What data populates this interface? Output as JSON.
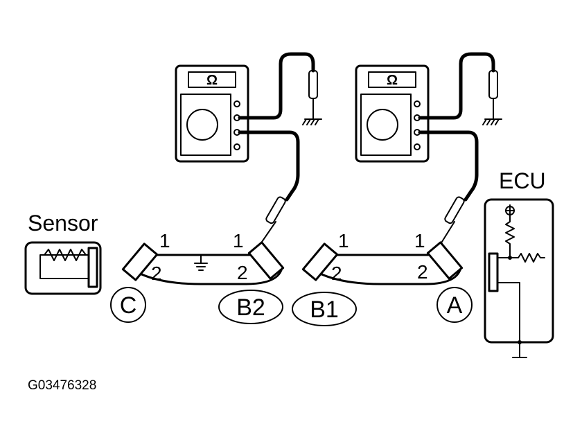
{
  "meters": [
    {
      "symbol": "Ω"
    },
    {
      "symbol": "Ω"
    }
  ],
  "labels": {
    "sensor": "Sensor",
    "ecu": "ECU",
    "figure_code": "G03476328"
  },
  "connectors": {
    "C": "C",
    "B2": "B2",
    "B1": "B1",
    "A": "A"
  },
  "pins": {
    "left_1a": "1",
    "left_2a": "2",
    "left_1b": "1",
    "left_2b": "2",
    "right_1a": "1",
    "right_2a": "2",
    "right_1b": "1",
    "right_2b": "2"
  }
}
